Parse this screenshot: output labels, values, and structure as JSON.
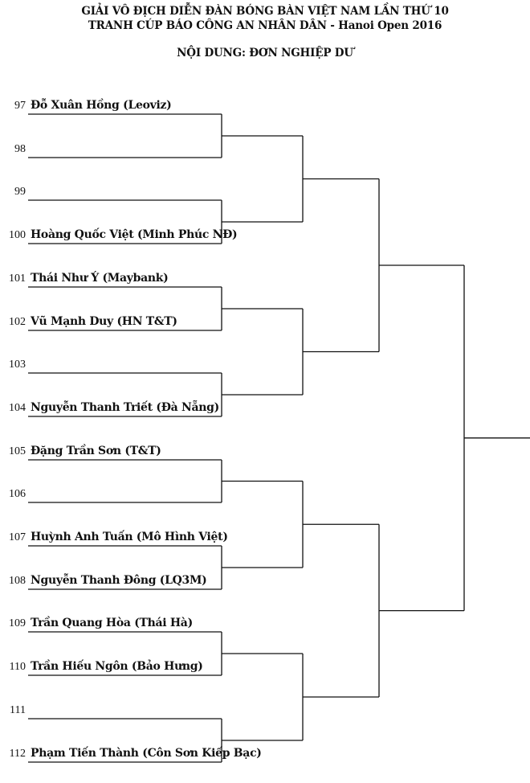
{
  "header": {
    "line1": "GIẢI VÔ ĐỊCH DIỄN ĐÀN BÓNG BÀN VIỆT NAM LẦN THỨ 10",
    "line2": "TRANH CÚP BÁO CÔNG AN NHÂN DÂN - Hanoi Open 2016",
    "category": "NỘI DUNG: ĐƠN NGHIỆP DƯ"
  },
  "slots": [
    {
      "num": "97",
      "name": "Đỗ Xuân Hồng (Leoviz)"
    },
    {
      "num": "98",
      "name": ""
    },
    {
      "num": "99",
      "name": ""
    },
    {
      "num": "100",
      "name": "Hoàng Quốc Việt (Minh Phúc NĐ)"
    },
    {
      "num": "101",
      "name": "Thái Như Ý (Maybank)"
    },
    {
      "num": "102",
      "name": "Vũ Mạnh Duy (HN T&T)"
    },
    {
      "num": "103",
      "name": ""
    },
    {
      "num": "104",
      "name": "Nguyễn Thanh Triết (Đà Nẵng)"
    },
    {
      "num": "105",
      "name": "Đặng Trần Sơn (T&T)"
    },
    {
      "num": "106",
      "name": ""
    },
    {
      "num": "107",
      "name": "Huỳnh Anh Tuấn (Mô Hình Việt)"
    },
    {
      "num": "108",
      "name": "Nguyễn Thanh Đông (LQ3M)"
    },
    {
      "num": "109",
      "name": "Trần Quang Hòa (Thái Hà)"
    },
    {
      "num": "110",
      "name": "Trần Hiếu Ngôn (Bảo Hưng)"
    },
    {
      "num": "111",
      "name": ""
    },
    {
      "num": "112",
      "name": "Phạm Tiến Thành (Côn Sơn Kiếp Bạc)"
    }
  ]
}
